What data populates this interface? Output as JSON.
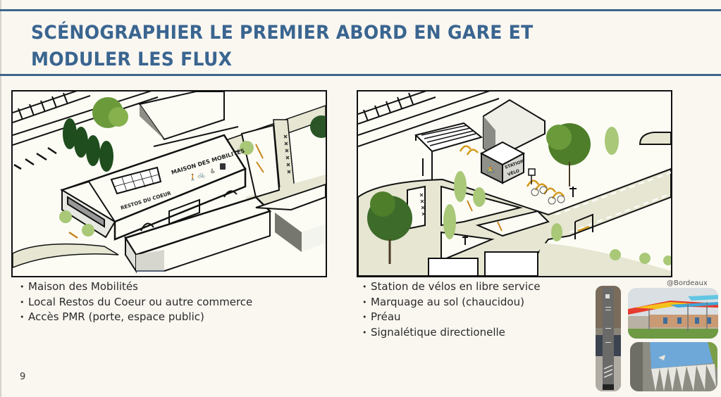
{
  "slide": {
    "title_line1": "SCÉNOGRAPHIER LE PREMIER ABORD EN GARE ET",
    "title_line2": "MODULER LES FLUX",
    "page_number": "9",
    "colors": {
      "title": "#3a6590",
      "rule": "#3f658c",
      "background": "#faf7f1"
    }
  },
  "left_panel": {
    "illustration": {
      "building_label_main": "MAISON DES MOBILITÉS",
      "building_label_secondary": "RESTOS DU COEUR",
      "mobility_icons": [
        "pedestrian-icon",
        "bicycle-icon",
        "wheelchair-icon",
        "bus-icon"
      ]
    },
    "bullets": [
      "Maison des Mobilités",
      "Local Restos du Coeur ou autre commerce",
      "Accès PMR (porte, espace public)"
    ]
  },
  "right_panel": {
    "illustration": {
      "station_label_line1": "STATION",
      "station_label_line2": "VÉLO"
    },
    "bullets": [
      "Station de vélos en libre service",
      "Marquage au sol (chaucidou)",
      "Préau",
      "Signalétique directionelle"
    ],
    "photos": {
      "credit": "@Bordeaux",
      "items": [
        "directional-sign-photo",
        "colorful-canopy-photo",
        "ground-marking-photo"
      ]
    }
  }
}
